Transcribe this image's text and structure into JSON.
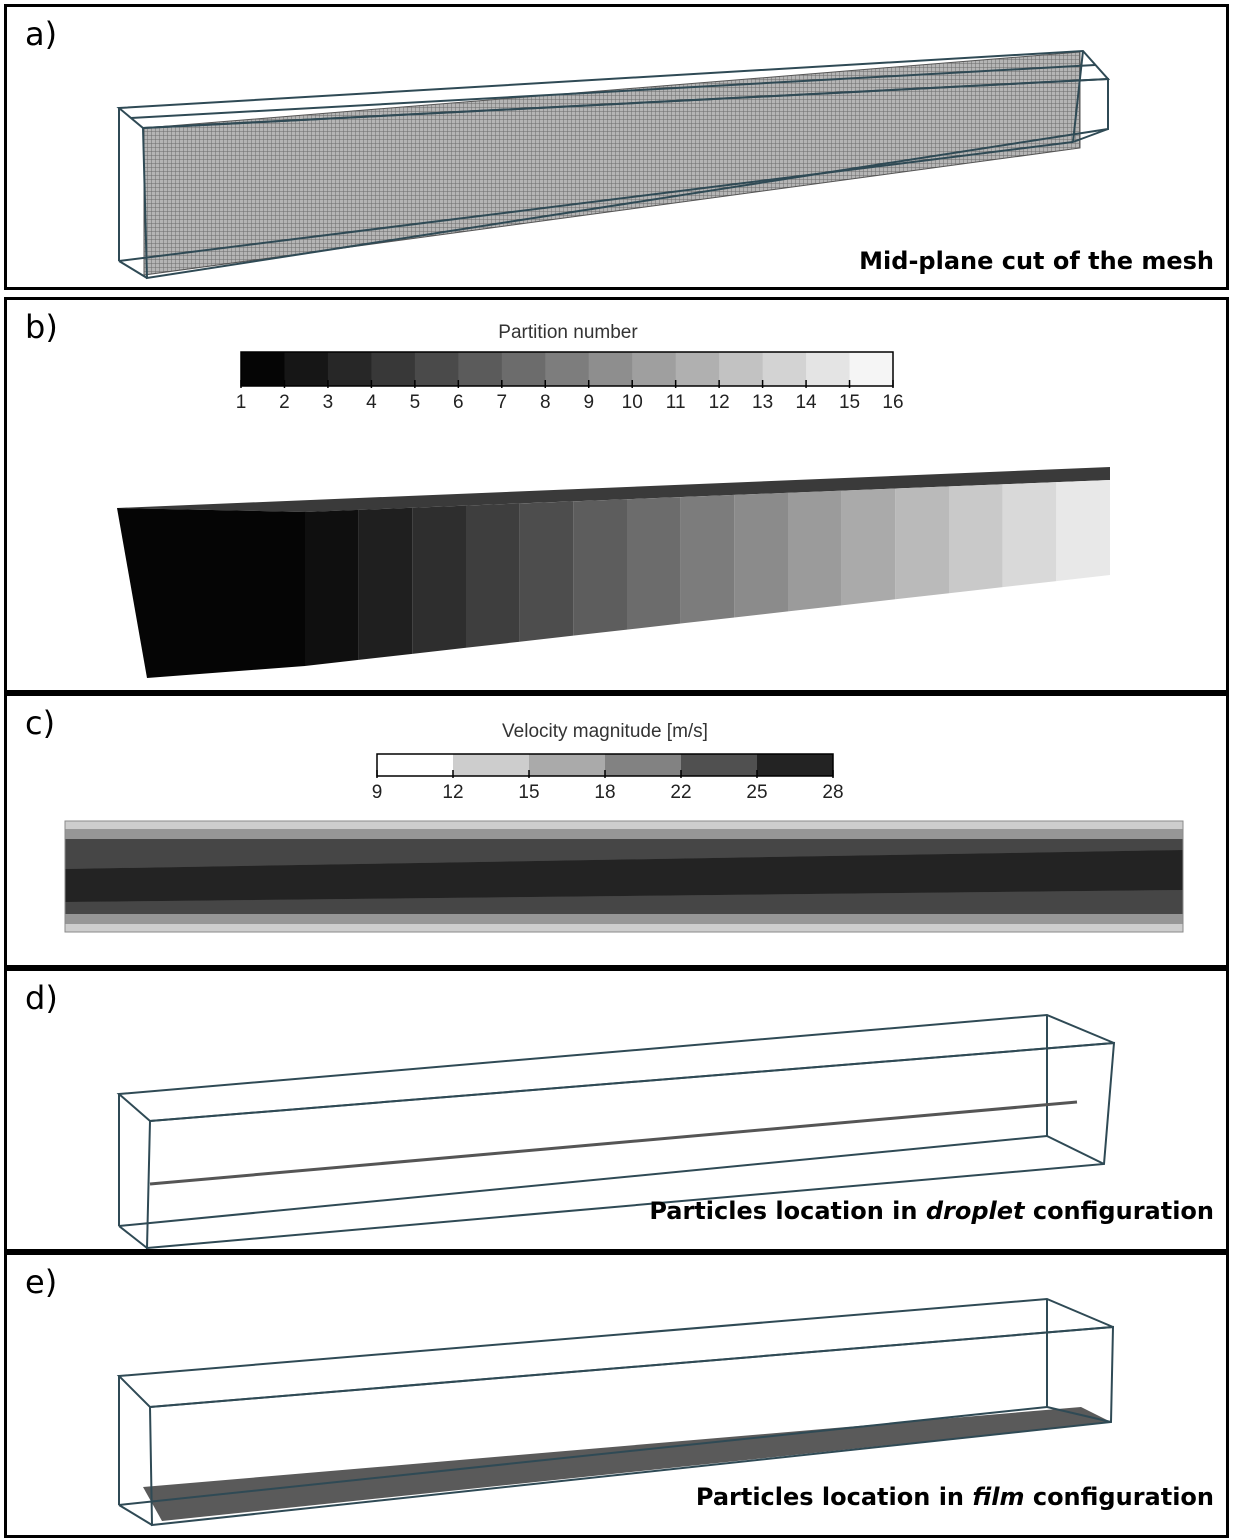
{
  "panels": {
    "a": {
      "label": "a)",
      "caption": "Mid-plane cut of  the mesh"
    },
    "b": {
      "label": "b)",
      "colorbar_title": "Partition number",
      "ticks": [
        "1",
        "2",
        "3",
        "4",
        "5",
        "6",
        "7",
        "8",
        "9",
        "10",
        "11",
        "12",
        "13",
        "14",
        "15",
        "16"
      ]
    },
    "c": {
      "label": "c)",
      "colorbar_title": "Velocity magnitude [m/s]",
      "ticks": [
        "9",
        "12",
        "15",
        "18",
        "22",
        "25",
        "28"
      ]
    },
    "d": {
      "label": "d)",
      "caption_pre": "Particles location in ",
      "caption_em": "droplet",
      "caption_post": " configuration"
    },
    "e": {
      "label": "e)",
      "caption_pre": "Particles location in ",
      "caption_em": "film",
      "caption_post": " configuration"
    }
  },
  "colors": {
    "border": "#000000",
    "wireframe": "#2f4a55",
    "mesh": "#8a8a8a",
    "particles": "#555555"
  }
}
